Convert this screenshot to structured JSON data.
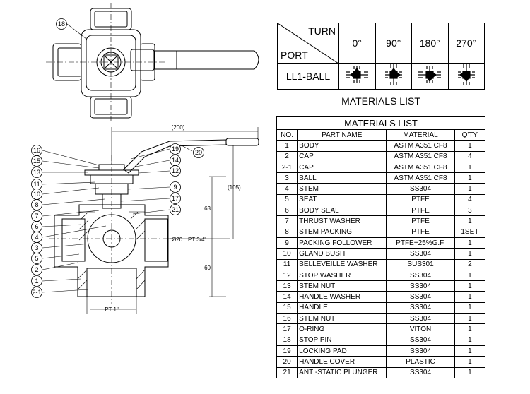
{
  "turn_table": {
    "turn_label": "TURN",
    "port_label": "PORT",
    "angles": [
      "0°",
      "90°",
      "180°",
      "270°"
    ],
    "row_label": "LL1-BALL"
  },
  "materials_caption": "MATERIALS LIST",
  "materials_table": {
    "title": "MATERIALS LIST",
    "headers": [
      "NO.",
      "PART NAME",
      "MATERIAL",
      "Q'TY"
    ],
    "rows": [
      [
        "1",
        "BODY",
        "ASTM A351 CF8",
        "1"
      ],
      [
        "2",
        "CAP",
        "ASTM A351 CF8",
        "4"
      ],
      [
        "2-1",
        "CAP",
        "ASTM A351 CF8",
        "1"
      ],
      [
        "3",
        "BALL",
        "ASTM A351 CF8",
        "1"
      ],
      [
        "4",
        "STEM",
        "SS304",
        "1"
      ],
      [
        "5",
        "SEAT",
        "PTFE",
        "4"
      ],
      [
        "6",
        "BODY SEAL",
        "PTFE",
        "3"
      ],
      [
        "7",
        "THRUST WASHER",
        "PTFE",
        "1"
      ],
      [
        "8",
        "STEM PACKING",
        "PTFE",
        "1SET"
      ],
      [
        "9",
        "PACKING FOLLOWER",
        "PTFE+25%G.F.",
        "1"
      ],
      [
        "10",
        "GLAND BUSH",
        "SS304",
        "1"
      ],
      [
        "11",
        "BELLEVEILLE WASHER",
        "SUS301",
        "2"
      ],
      [
        "12",
        "STOP WASHER",
        "SS304",
        "1"
      ],
      [
        "13",
        "STEM NUT",
        "SS304",
        "1"
      ],
      [
        "14",
        "HANDLE WASHER",
        "SS304",
        "1"
      ],
      [
        "15",
        "HANDLE",
        "SS304",
        "1"
      ],
      [
        "16",
        "STEM NUT",
        "SS304",
        "1"
      ],
      [
        "17",
        "O-RING",
        "VITON",
        "1"
      ],
      [
        "18",
        "STOP PIN",
        "SS304",
        "1"
      ],
      [
        "19",
        "LOCKING PAD",
        "SS304",
        "1"
      ],
      [
        "20",
        "HANDLE COVER",
        "PLASTIC",
        "1"
      ],
      [
        "21",
        "ANTI-STATIC PLUNGER",
        "SS304",
        "1"
      ]
    ]
  },
  "drawing": {
    "balloons_left": [
      "16",
      "15",
      "13",
      "11",
      "10",
      "8",
      "7",
      "6",
      "4",
      "3",
      "5",
      "2",
      "1",
      "2-1"
    ],
    "balloons_right": [
      "19",
      "14",
      "12",
      "9",
      "17",
      "21"
    ],
    "balloon_top": "18",
    "balloon_handle": "20",
    "dim_handle": "(200)",
    "dim_height": "(105)",
    "dim_upper": "63",
    "dim_lower": "60",
    "dim_bore": "Ø20",
    "dim_thread_side": "PT 3/4\"",
    "dim_thread_bottom": "PT 1\""
  }
}
